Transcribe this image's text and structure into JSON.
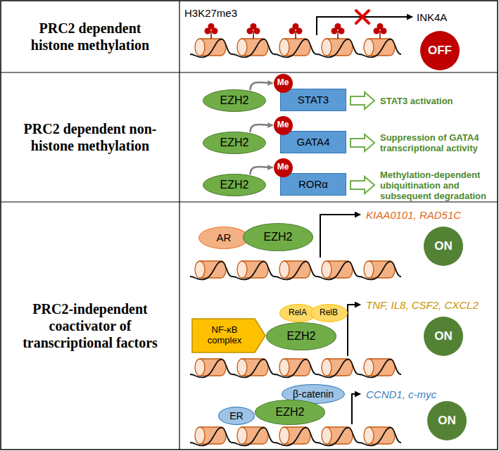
{
  "diagram": {
    "nodes": [
      {
        "text": [
          "PRC2 dependent histone methylation"
        ]
      },
      {
        "text": [
          "OFF"
        ]
      },
      {
        "text": [
          "PRC2 dependent non-histone methylation"
        ]
      },
      {
        "text": [
          "EZH2"
        ]
      },
      {
        "text": [
          "Me"
        ]
      },
      {
        "text": [
          "STAT3"
        ]
      },
      {
        "text": [
          "EZH2"
        ]
      },
      {
        "text": [
          "Me"
        ]
      },
      {
        "text": [
          "GATA4"
        ]
      },
      {
        "text": [
          "EZH2"
        ]
      },
      {
        "text": [
          "Me"
        ]
      },
      {
        "text": [
          "RORα"
        ]
      },
      {
        "text": [
          "PRC2-independent coactivator of transcriptional factors"
        ]
      },
      {
        "text": [
          "AR"
        ]
      },
      {
        "text": [
          "EZH2"
        ]
      },
      {
        "text": [
          "ON"
        ]
      },
      {
        "text": [
          "NF-κB complex"
        ]
      },
      {
        "text": [
          "RelA"
        ]
      },
      {
        "text": [
          "RelB"
        ]
      },
      {
        "text": [
          "EZH2"
        ]
      },
      {
        "text": [
          "ON"
        ]
      },
      {
        "text": [
          "β-catenin"
        ]
      },
      {
        "text": [
          "ER"
        ]
      },
      {
        "text": [
          "EZH2"
        ]
      },
      {
        "text": [
          "ON"
        ]
      }
    ],
    "edges": [
      {
        "from": 3,
        "to": 4,
        "arrow": "to"
      },
      {
        "from": 6,
        "to": 7,
        "arrow": "to"
      },
      {
        "from": 9,
        "to": 10,
        "arrow": "to"
      }
    ],
    "labels": [
      "H3K27me3",
      "INK4A",
      "STAT3 activation",
      "Suppression of GATA4 transcriptional activity",
      "Methylation-dependent ubiquitination and subsequent degradation",
      "KIAA0101, RAD51C",
      "TNF, IL8, CSF2, CXCL2",
      "CCND1, c-myc"
    ]
  }
}
